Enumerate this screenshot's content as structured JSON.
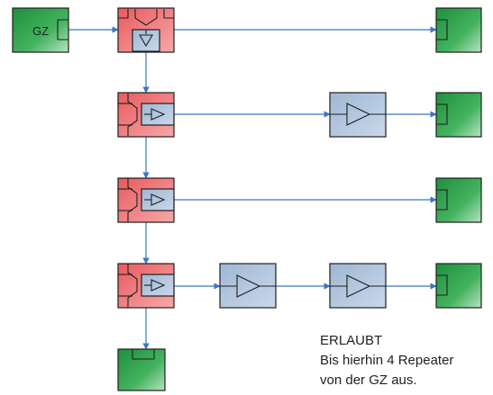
{
  "diagram": {
    "gz_label": "GZ",
    "note": {
      "status": "ERLAUBT",
      "line1": "Bis hierhin 4 Repeater",
      "line2": "von der GZ aus."
    },
    "colors": {
      "connector": "#3a78c2",
      "coupler_red": "#ee6b6e",
      "repeater_blue": "#a8bfd9",
      "segment_green": "#2e9e4c"
    },
    "elements": [
      "gz-source",
      "splitter-coupler-1",
      "coupler-2",
      "coupler-3",
      "coupler-4",
      "repeater-row-2",
      "repeater-row-4-a",
      "repeater-row-4-b",
      "segment-1",
      "segment-2",
      "segment-3",
      "segment-4",
      "segment-bottom"
    ]
  }
}
